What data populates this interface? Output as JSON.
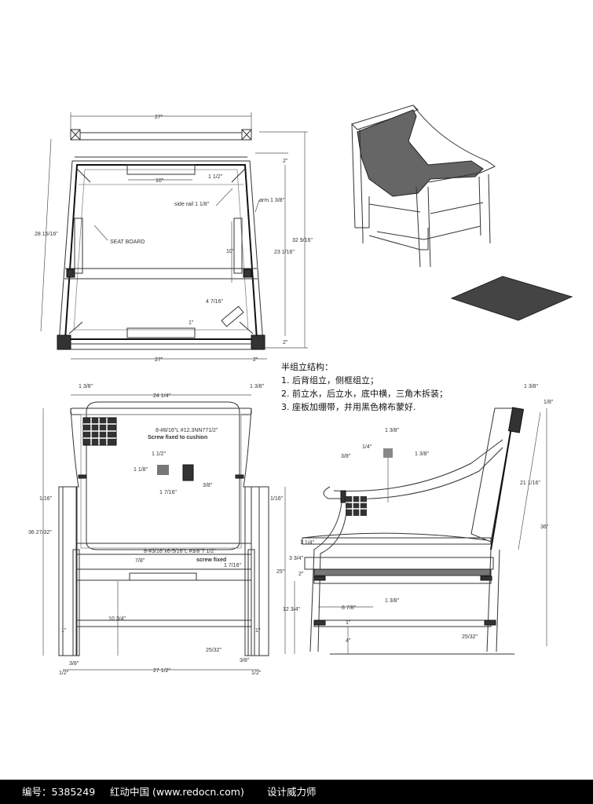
{
  "notes": {
    "title": "半组立结构：",
    "items": [
      "1. 后背组立，侧框组立；",
      "2. 前立水，后立水，底中横，三角木拆装；",
      "3. 座板加绷带，并用黑色棉布蒙好."
    ]
  },
  "top_view": {
    "width_top": "27\"",
    "width_bottom": "27\"",
    "offset_bottom": "2\"",
    "diag_length": "28 15/16\"",
    "overall_depth": "32 9/16\"",
    "inner_depth": "23 1/16\"",
    "rail_top": "2\"",
    "rail_bottom": "2\"",
    "block_span": "10\"",
    "block_offset": "1 1/2\"",
    "side_rail": "side rail 1 1/8\"",
    "arm": "arm 1 3/8\"",
    "seat_board": "SEAT BOARD",
    "side_span": "10\"",
    "corner_block": "4 7/16\"",
    "corner_offset": "1\""
  },
  "front_view": {
    "post_left": "1 3/8\"",
    "post_right": "1 3/8\"",
    "inner_width": "24 1/4\"",
    "overall_height": "36 27/32\"",
    "arm_left": "1/16\"",
    "arm_right": "1/16\"",
    "section_w": "1 1/2\"",
    "section_h": "1 1/8\"",
    "section_gap": "3/8\"",
    "section_b": "1 7/16\"",
    "note_top_1": "8-#8/16\"L #12.3NN771/2\"",
    "note_top_2": "Screw fixed to cushion",
    "note_mid_1": "8-#3/16\"x6-5/16\"L #3/8\"7 1/2\"",
    "note_mid_2": "screw fixed",
    "rail_gap": "7/8\"",
    "corner": "1 7/16\"",
    "stretcher_h": "10 3/4\"",
    "leg_left": "1\"",
    "leg_right": "1\"",
    "foot": "25/32\"",
    "leg_inset_left": "3/8\"",
    "leg_inset_right": "3/8\"",
    "overall_width": "27 1/2\"",
    "foot_left": "1/2\"",
    "foot_right": "1/2\""
  },
  "side_view": {
    "back_top": "1 3/8\"",
    "back_thick": "1/8\"",
    "arm_w": "1 3/8\"",
    "arm_a": "1/4\"",
    "arm_b": "3/8\"",
    "arm_h": "1 3/8\"",
    "back_len": "21 1/16\"",
    "overall_h": "36\"",
    "seat_h": "25\"",
    "cushion": "1 1/4\"",
    "rail": "3 3/4\"",
    "seat_rail": "2\"",
    "leg_h": "12 3/4\"",
    "stretcher_x": "8 7/8\"",
    "stretcher_w": "1 3/8\"",
    "stretcher_t": "1\"",
    "stretcher_floor": "4\"",
    "foot": "25/32\""
  },
  "footer": {
    "id_label": "编号：5385249",
    "site": "红动中国 (www.redocn.com)",
    "designer": "设计威力师"
  }
}
